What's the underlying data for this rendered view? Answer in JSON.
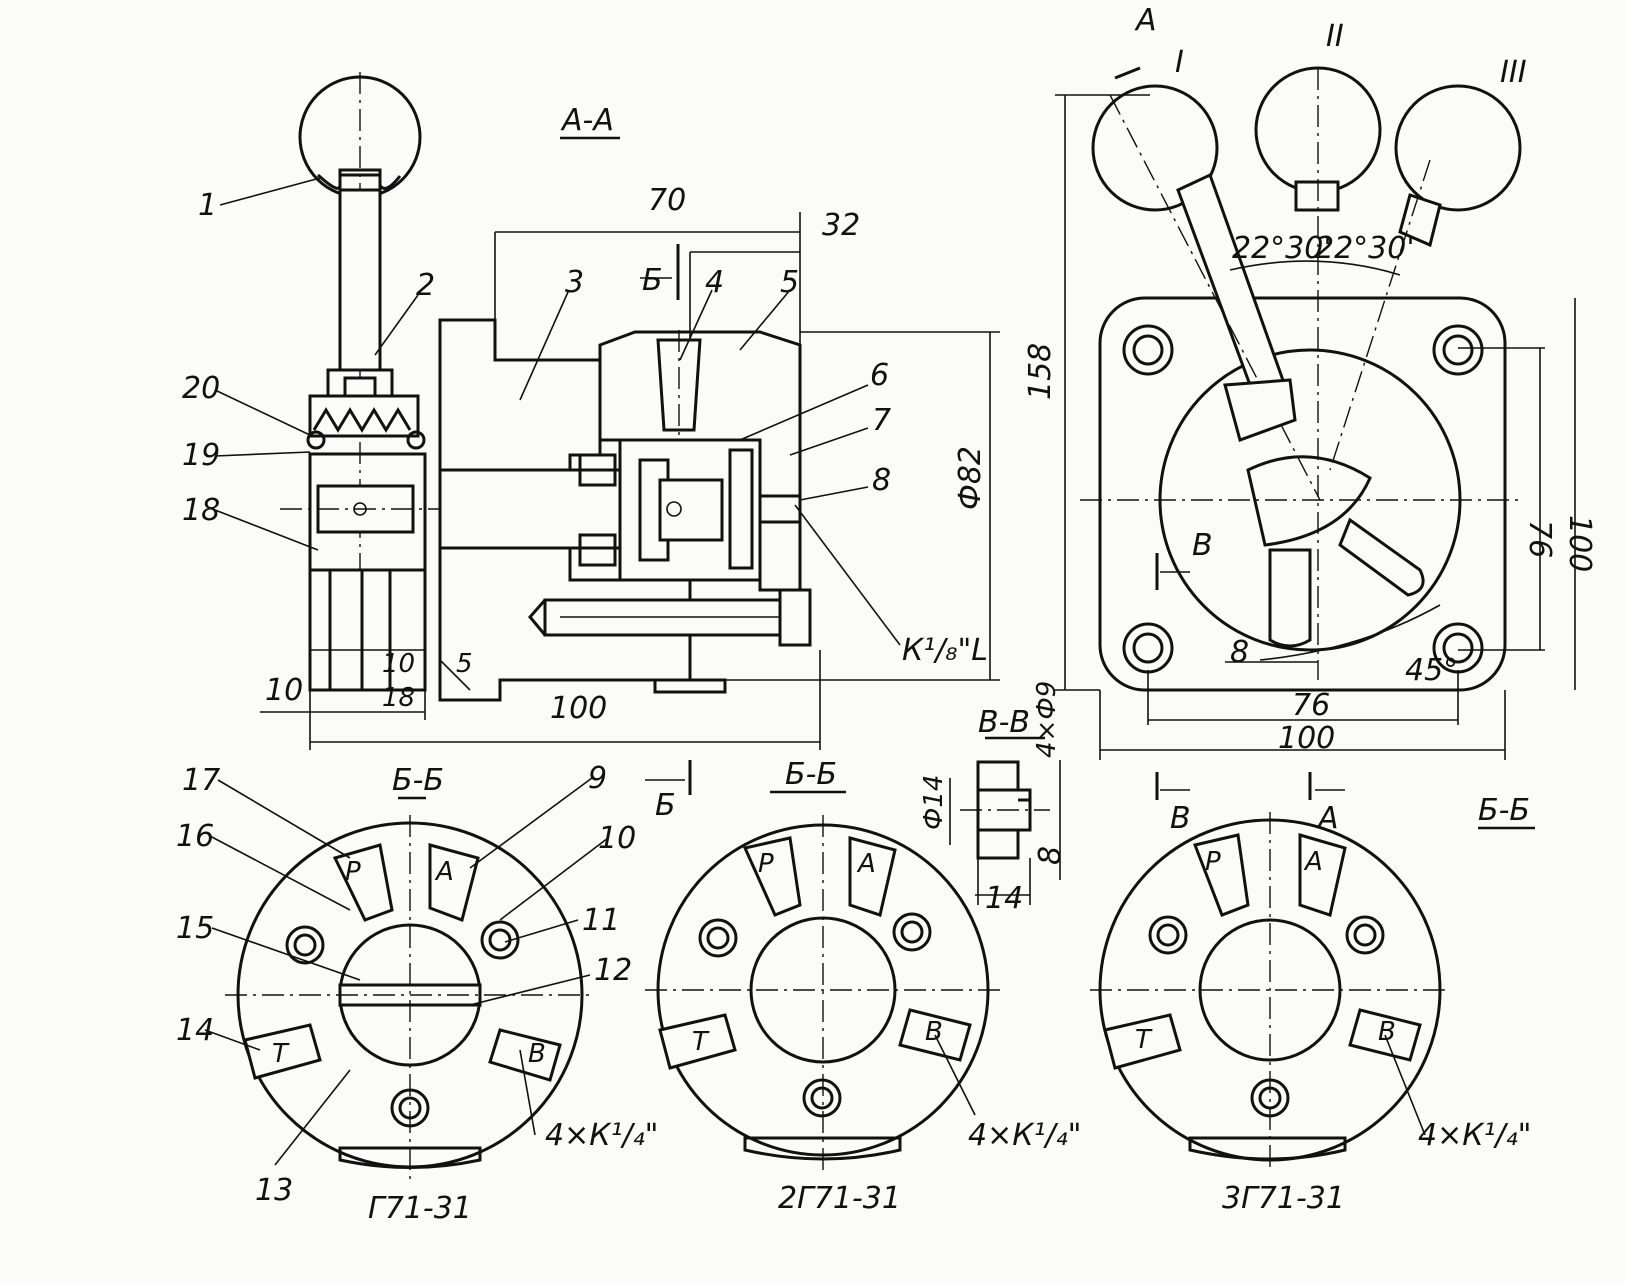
{
  "section_titles": {
    "aa": "А-А",
    "bb_left": "Б-Б",
    "bb_mid": "Б-Б",
    "bb_right": "Б-Б",
    "vv": "В-В",
    "cut_b": "Б",
    "cut_a": "А",
    "cut_v": "В",
    "cut_v2": "В",
    "cut_a2": "А"
  },
  "positions": {
    "p1": "I",
    "p2": "II",
    "p3": "III"
  },
  "angles": {
    "a1": "22°30'",
    "a2": "22°30'",
    "a3": "45°"
  },
  "dimensions": {
    "d70": "70",
    "d32": "32",
    "d82": "Ф82",
    "d100_main": "100",
    "d10": "10",
    "d10b": "10",
    "d18": "18",
    "d5": "5",
    "thread_k18": "К¹/₈\"L",
    "d158": "158",
    "d100_v": "100",
    "d76_v": "76",
    "d76_h": "76",
    "d100_h": "100",
    "d8_plan": "8",
    "d4x9": "4×Ф9",
    "d14_v": "Ф14",
    "d8_v": "8",
    "d14_h": "14",
    "thread_k14_1": "4×К¹/₄\"",
    "thread_k14_2": "4×К¹/₄\"",
    "thread_k14_3": "4×К¹/₄\""
  },
  "callouts": {
    "c1": "1",
    "c2": "2",
    "c3": "3",
    "c4": "4",
    "c5": "5",
    "c6": "6",
    "c7": "7",
    "c8": "8",
    "c9": "9",
    "c10": "10",
    "c11": "11",
    "c12": "12",
    "c13": "13",
    "c14": "14",
    "c15": "15",
    "c16": "16",
    "c17": "17",
    "c18": "18",
    "c19": "19",
    "c20": "20"
  },
  "ports": {
    "left": {
      "p": "Р",
      "a": "А",
      "t": "Т",
      "b": "В"
    },
    "mid": {
      "p": "Р",
      "a": "А",
      "t": "Т",
      "b": "В"
    },
    "right": {
      "p": "Р",
      "a": "А",
      "t": "Т",
      "b": "В"
    }
  },
  "captions": {
    "left": "Г71-31",
    "mid": "2Г71-31",
    "right": "3Г71-31"
  }
}
